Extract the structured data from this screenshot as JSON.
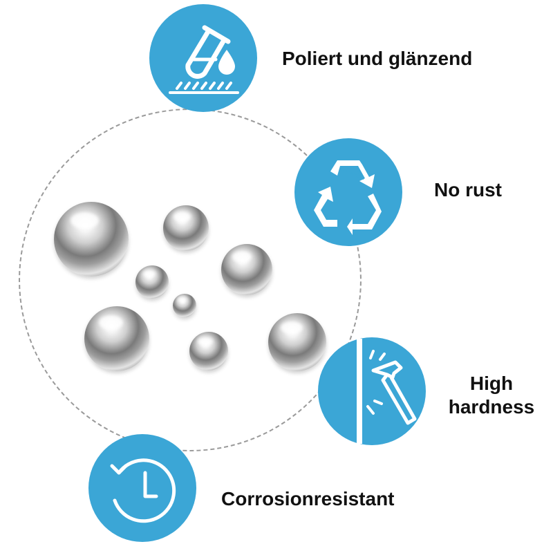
{
  "features": [
    {
      "label": "Poliert und glänzend",
      "icon": "test-tube-droplet-icon"
    },
    {
      "label": "No rust",
      "icon": "recycle-icon"
    },
    {
      "label_line1": "High",
      "label_line2": "hardness",
      "icon": "hammer-wall-icon"
    },
    {
      "label": "Corrosionresistant",
      "icon": "clock-icon"
    }
  ],
  "colors": {
    "badge": "#3ba6d6",
    "icon": "#ffffff",
    "ring": "#9a9a9a",
    "text": "#111111"
  }
}
